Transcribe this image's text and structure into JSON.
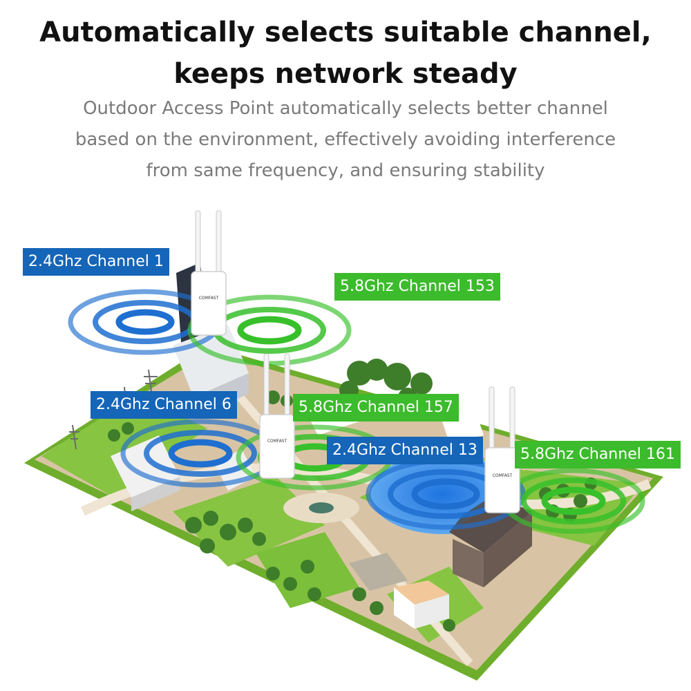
{
  "heading": {
    "line1": "Automatically selects suitable channel,",
    "line2": "keeps network steady"
  },
  "description": {
    "line1": "Outdoor Access Point automatically selects better channel",
    "line2": "based on the environment, effectively avoiding interference",
    "line3": "from same frequency, and ensuring stability"
  },
  "colors": {
    "blue_label": "#1565b8",
    "green_label": "#3cbb2c",
    "blue_wave": "#1e6fd0",
    "green_wave": "#37c02a",
    "ground": "#cdb898",
    "grass": "#7cbf3a"
  },
  "labels": {
    "ch1": "2.4Ghz Channel 1",
    "ch153": "5.8Ghz Channel 153",
    "ch6": "2.4Ghz Channel 6",
    "ch157": "5.8Ghz Channel 157",
    "ch13": "2.4Ghz Channel 13",
    "ch161": "5.8Ghz Channel 161"
  },
  "device_brand": "COMFAST"
}
